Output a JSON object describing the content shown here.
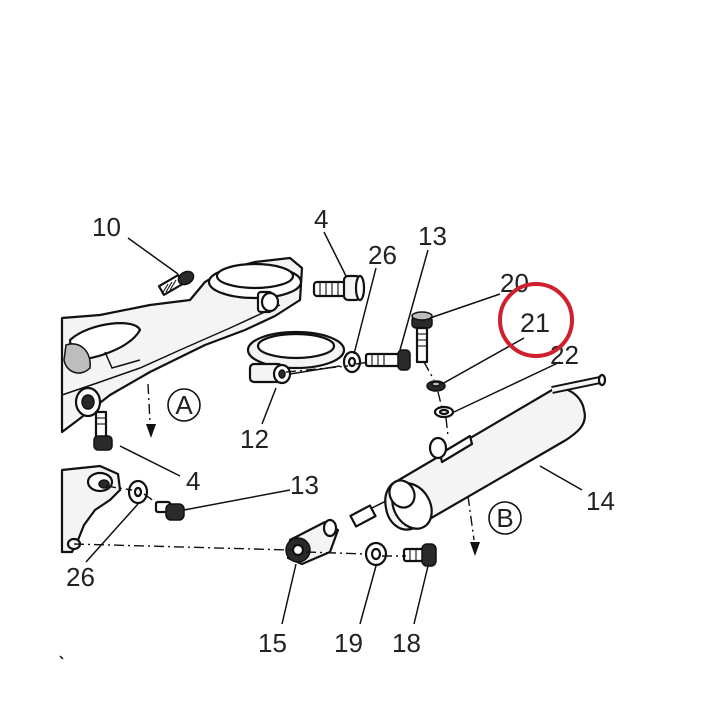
{
  "labels": {
    "p10": "10",
    "p4_top": "4",
    "p26_top": "26",
    "p13_top": "13",
    "p20": "20",
    "p21": "21",
    "p22": "22",
    "p12": "12",
    "p4_mid": "4",
    "p13_mid": "13",
    "p14": "14",
    "p26_bottom": "26",
    "p15": "15",
    "p19": "19",
    "p18": "18",
    "arrow_a": "A",
    "arrow_b": "B"
  },
  "highlight": {
    "target_label": "21",
    "color": "#d0202e"
  },
  "colors": {
    "line": "#111111",
    "text": "#222222",
    "background": "#ffffff"
  }
}
